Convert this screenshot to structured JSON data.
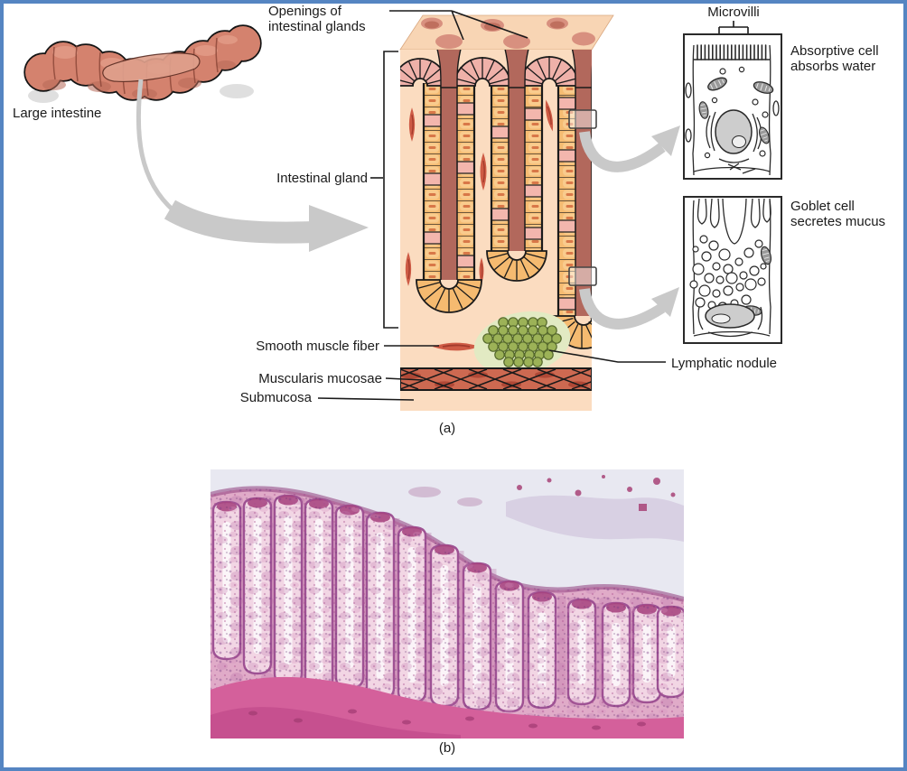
{
  "labels": {
    "large_intestine": "Large intestine",
    "openings": "Openings of intestinal glands",
    "intestinal_gland": "Intestinal gland",
    "smooth_muscle_fiber": "Smooth muscle fiber",
    "muscularis_mucosae": "Muscularis mucosae",
    "submucosa": "Submucosa",
    "lymphatic_nodule": "Lymphatic nodule",
    "microvilli": "Microvilli",
    "absorptive_cell": "Absorptive cell absorbs water",
    "goblet_cell": "Goblet cell secretes mucus"
  },
  "panels": {
    "a": "(a)",
    "b": "(b)"
  },
  "palette": {
    "border_blue": "#5585c2",
    "tissue_peach": "#fbdcc0",
    "cell_orange": "#f6bc72",
    "cell_pink": "#f3b6ad",
    "gland_lumen": "#b2685c",
    "muscle_red": "#ce5b45",
    "muscularis_band": "#cd6951",
    "nodule_green": "#9cb257",
    "arrow_gray": "#c9c9c9",
    "micrograph_pink": "#e0abc8",
    "micrograph_deep_pink": "#d4609b",
    "ink": "#1a1a1a"
  }
}
